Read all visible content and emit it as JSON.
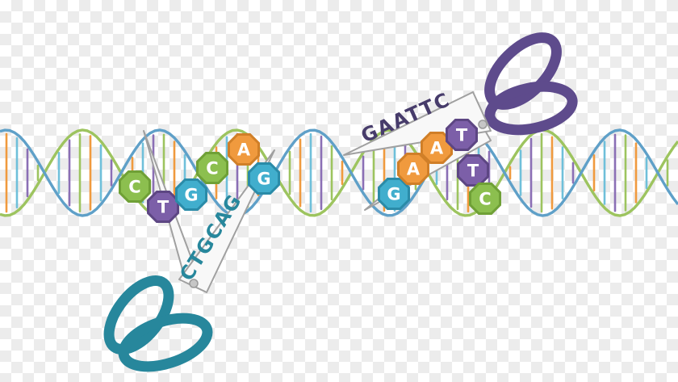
{
  "left_enzyme": {
    "site_label": "CTGCAG",
    "scissors_color": "#27879C",
    "label_color": "#27879C",
    "bases": [
      {
        "letter": "C",
        "fill": "#8CBF4F",
        "edge": "#6FA036"
      },
      {
        "letter": "T",
        "fill": "#7C5FA8",
        "edge": "#5D4683"
      },
      {
        "letter": "G",
        "fill": "#41AECD",
        "edge": "#2A8BA8"
      },
      {
        "letter": "C",
        "fill": "#8CBF4F",
        "edge": "#6FA036"
      },
      {
        "letter": "A",
        "fill": "#F09A3E",
        "edge": "#D07F28"
      },
      {
        "letter": "G",
        "fill": "#41AECD",
        "edge": "#2A8BA8"
      }
    ]
  },
  "right_enzyme": {
    "site_label": "GAATTC",
    "scissors_color": "#5E4B8C",
    "label_color": "#473C6B",
    "bases": [
      {
        "letter": "G",
        "fill": "#41AECD",
        "edge": "#2A8BA8"
      },
      {
        "letter": "A",
        "fill": "#F09A3E",
        "edge": "#D07F28"
      },
      {
        "letter": "A",
        "fill": "#F09A3E",
        "edge": "#D07F28"
      },
      {
        "letter": "T",
        "fill": "#7C5FA8",
        "edge": "#5D4683"
      },
      {
        "letter": "T",
        "fill": "#7C5FA8",
        "edge": "#5D4683"
      },
      {
        "letter": "C",
        "fill": "#8CBF4F",
        "edge": "#6FA036"
      }
    ]
  },
  "helix": {
    "strand_a": "#9DC45F",
    "strand_b": "#5FA0C8",
    "rung_colors": [
      "#F09A3E",
      "#6FC0DA",
      "#8B6FB5",
      "#9DC45F"
    ]
  },
  "blade": {
    "fill": "#F8F8F8",
    "stroke": "#A0A0A0"
  }
}
